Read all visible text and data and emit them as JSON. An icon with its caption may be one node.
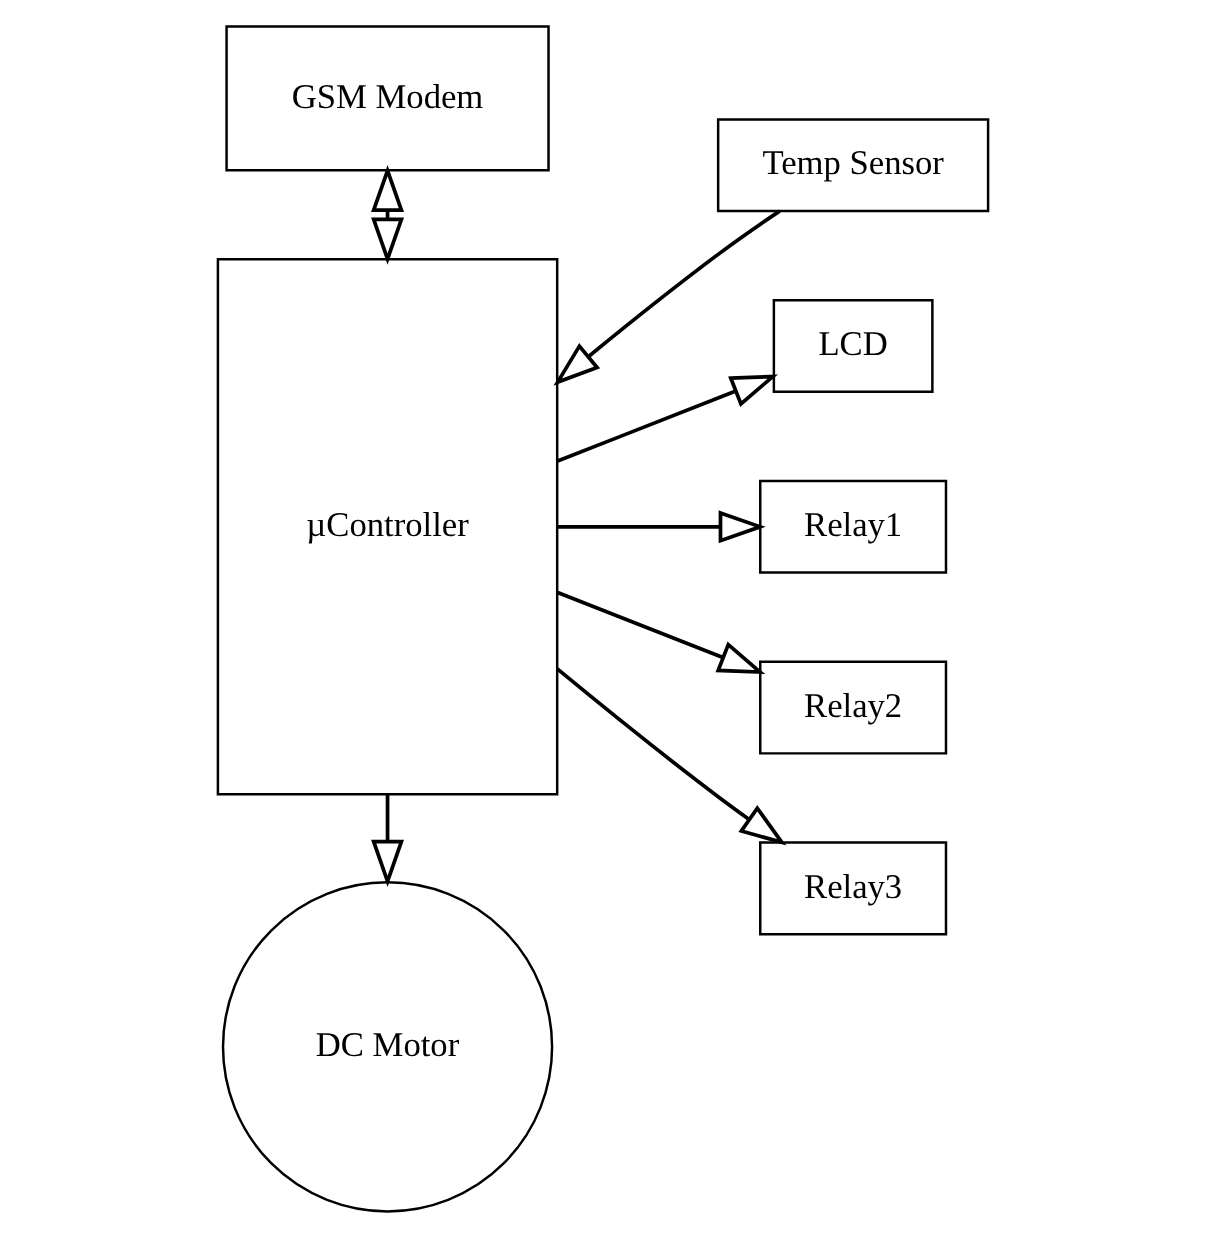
{
  "diagram": {
    "nodes": [
      {
        "text": [
          "GSM Modem"
        ]
      },
      {
        "text": [
          "Temp Sensor"
        ]
      },
      {
        "text": [
          "µController"
        ]
      },
      {
        "text": [
          "LCD"
        ]
      },
      {
        "text": [
          "Relay1"
        ]
      },
      {
        "text": [
          "Relay2"
        ]
      },
      {
        "text": [
          "Relay3"
        ]
      },
      {
        "text": [
          "DC Motor"
        ]
      }
    ],
    "edges": [
      {
        "from": 0,
        "to": 2,
        "arrow": "both"
      },
      {
        "from": 1,
        "to": 2,
        "arrow": "to"
      },
      {
        "from": 2,
        "to": 3,
        "arrow": "to"
      },
      {
        "from": 2,
        "to": 4,
        "arrow": "to"
      },
      {
        "from": 2,
        "to": 5,
        "arrow": "to"
      },
      {
        "from": 2,
        "to": 6,
        "arrow": "to"
      },
      {
        "from": 2,
        "to": 7,
        "arrow": "to"
      }
    ]
  }
}
